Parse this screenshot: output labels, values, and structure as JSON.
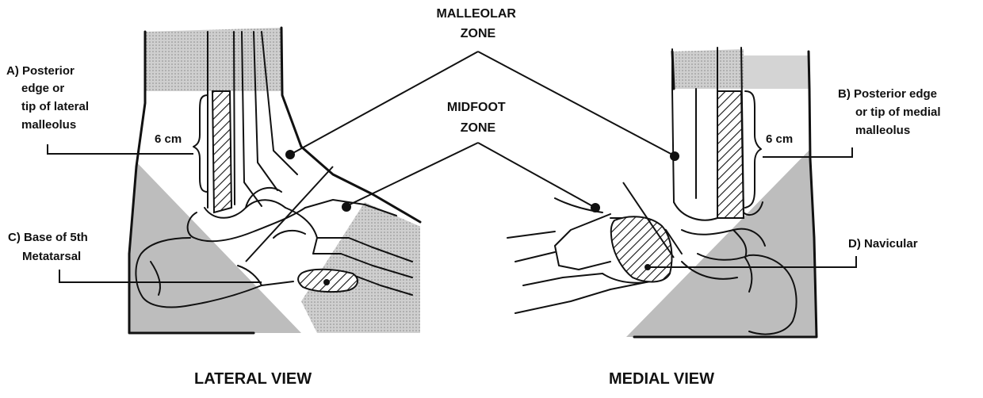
{
  "labels": {
    "malleolar_zone": [
      "MALLEOLAR",
      "ZONE"
    ],
    "midfoot_zone": [
      "MIDFOOT",
      "ZONE"
    ],
    "a_posterior_lateral": [
      "A) Posterior",
      "edge or",
      "tip of lateral",
      "malleolus"
    ],
    "b_posterior_medial": [
      "B) Posterior edge",
      "or tip of medial",
      "malleolus"
    ],
    "c_base_5th": [
      "C) Base of 5th",
      "Metatarsal"
    ],
    "d_navicular": "D) Navicular",
    "measure_left": "6 cm",
    "measure_right": "6 cm",
    "lateral_view": "LATERAL VIEW",
    "medial_view": "MEDIAL VIEW"
  },
  "colors": {
    "ink": "#111111",
    "shade": "#bdbdbd",
    "stipple": "#d6d6d6",
    "background": "#ffffff"
  }
}
